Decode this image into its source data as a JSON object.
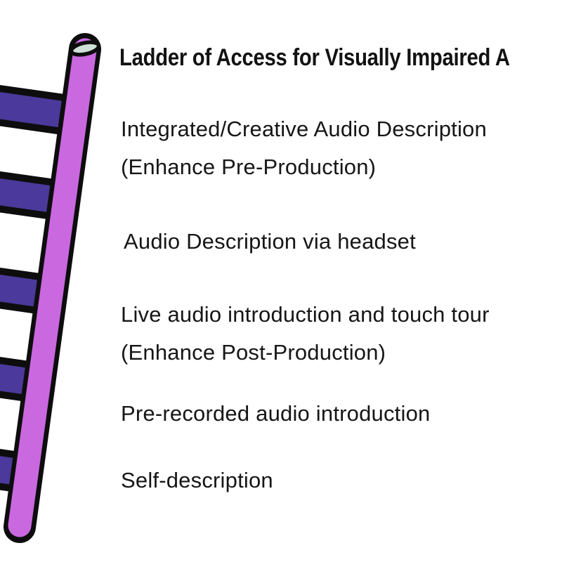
{
  "title": "Ladder of Access for Visually Impaired A",
  "ladder": {
    "rail_color": "#ca68e0",
    "rung_color": "#4b3a9b",
    "outline_color": "#0d0d0d",
    "cap_color": "#cfe0d7",
    "rung_count": 5
  },
  "items": [
    {
      "label": "Integrated/Creative Audio Description",
      "sublabel": "(Enhance Pre-Production)"
    },
    {
      "label": "Audio Description via headset",
      "sublabel": ""
    },
    {
      "label": "Live audio introduction and touch tour",
      "sublabel": "(Enhance Post-Production)"
    },
    {
      "label": "Pre-recorded audio introduction",
      "sublabel": ""
    },
    {
      "label": "Self-description",
      "sublabel": ""
    }
  ]
}
